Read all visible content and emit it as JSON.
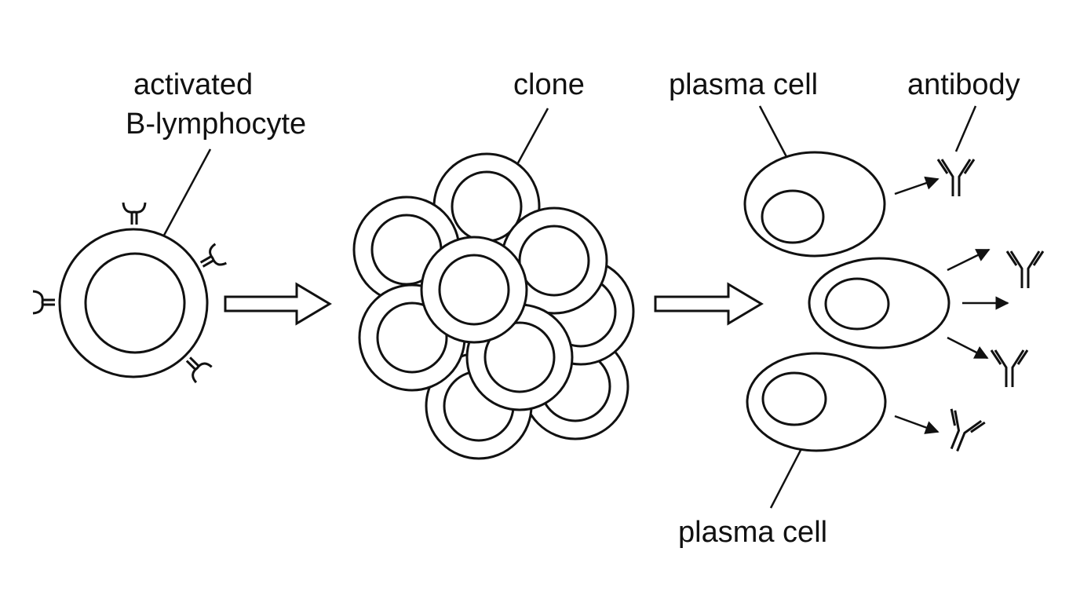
{
  "labels": {
    "b_cell_line1": "activated",
    "b_cell_line2": "B-lymphocyte",
    "clone": "clone",
    "plasma_top": "plasma cell",
    "antibody": "antibody",
    "plasma_bottom": "plasma cell"
  },
  "colors": {
    "ink": "#111111",
    "background": "#ffffff"
  },
  "icons": {
    "process_arrow": "hollow-right-arrow",
    "secretion_arrow": "solid-arrow",
    "antibody": "y-shaped-antibody",
    "receptor": "surface-receptor"
  }
}
